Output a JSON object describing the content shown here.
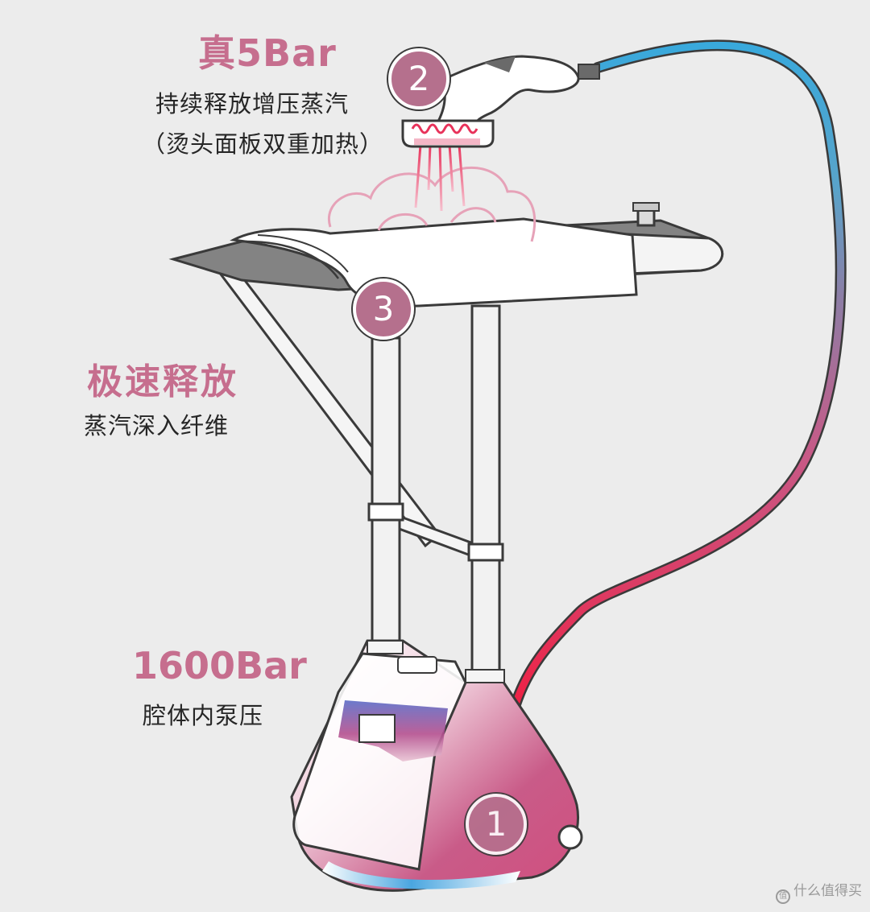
{
  "features": {
    "pressure_steam": {
      "title": "真5Bar",
      "line1": "持续释放增压蒸汽",
      "line2": "（烫头面板双重加热）",
      "badge": "2"
    },
    "fast_release": {
      "title": "极速释放",
      "line1": "蒸汽深入纤维",
      "badge": "3"
    },
    "pump_pressure": {
      "title": "1600Bar",
      "line1": "腔体内泵压",
      "badge": "1"
    }
  },
  "colors": {
    "accent_pink": "#c66e8e",
    "badge_fill": "#b5708d",
    "hose_top": "#3aa7d8",
    "hose_bottom": "#e8244a",
    "background": "#ececec"
  },
  "watermark": {
    "logo_glyph": "值",
    "text": "什么值得买"
  }
}
